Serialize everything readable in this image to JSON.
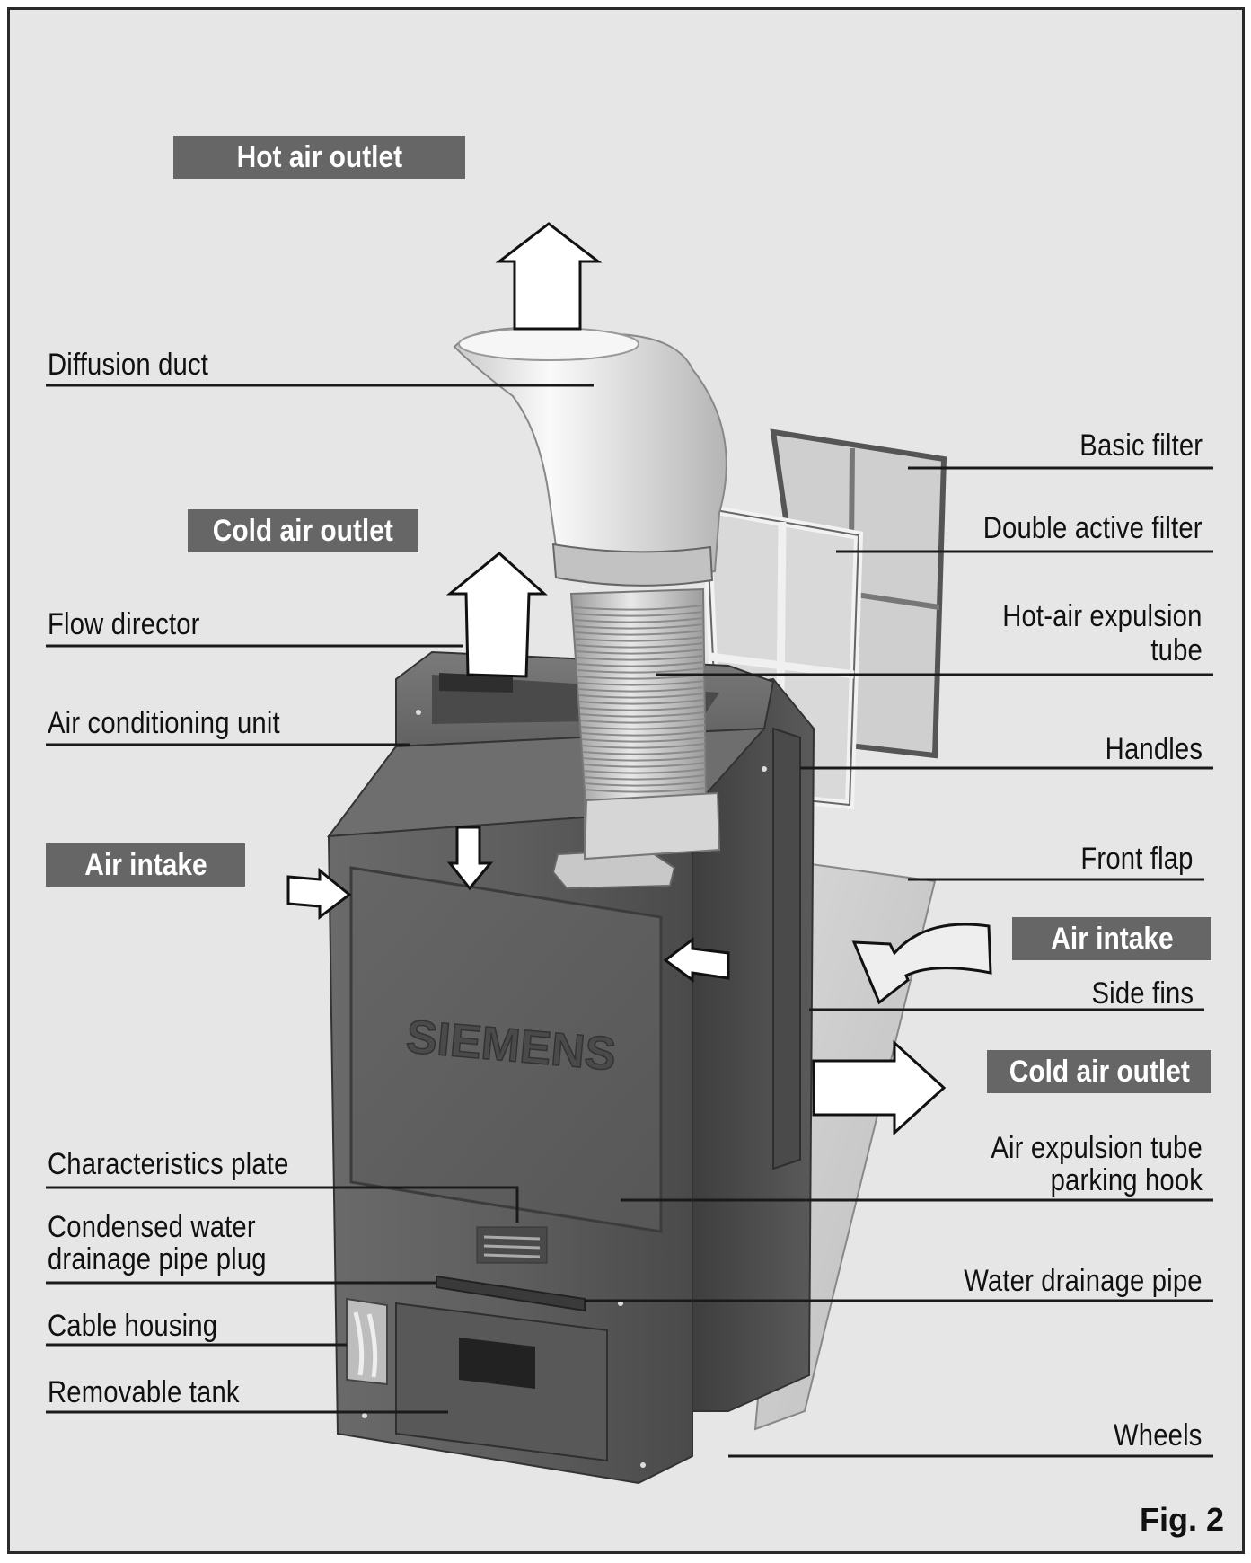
{
  "labels_left": {
    "diffusion_duct": "Diffusion duct",
    "flow_director": "Flow director",
    "air_conditioning_unit": "Air conditioning unit",
    "characteristics_plate": "Characteristics plate",
    "condensed_water_1": "Condensed water",
    "condensed_water_2": "drainage pipe plug",
    "cable_housing": "Cable housing",
    "removable_tank": "Removable tank"
  },
  "labels_right": {
    "basic_filter": "Basic filter",
    "double_active_filter": "Double active filter",
    "hot_air_tube_1": "Hot-air expulsion",
    "hot_air_tube_2": "tube",
    "handles": "Handles",
    "front_flap": "Front flap",
    "side_fins": "Side fins",
    "parking_hook_1": "Air expulsion tube",
    "parking_hook_2": "parking hook",
    "water_drainage_pipe": "Water drainage pipe",
    "wheels": "Wheels"
  },
  "tags": {
    "hot_air_outlet": "Hot air outlet",
    "cold_air_outlet_top": "Cold air outlet",
    "air_intake_left": "Air intake",
    "air_intake_right": "Air intake",
    "cold_air_outlet_side": "Cold air outlet"
  },
  "brand": "SIEMENS",
  "figure": "Fig. 2",
  "colors": {
    "background": "#e6e6e6",
    "tag_fill": "#666666",
    "leader_line": "#1a1a1a",
    "unit_body": "#5a5a5a"
  }
}
